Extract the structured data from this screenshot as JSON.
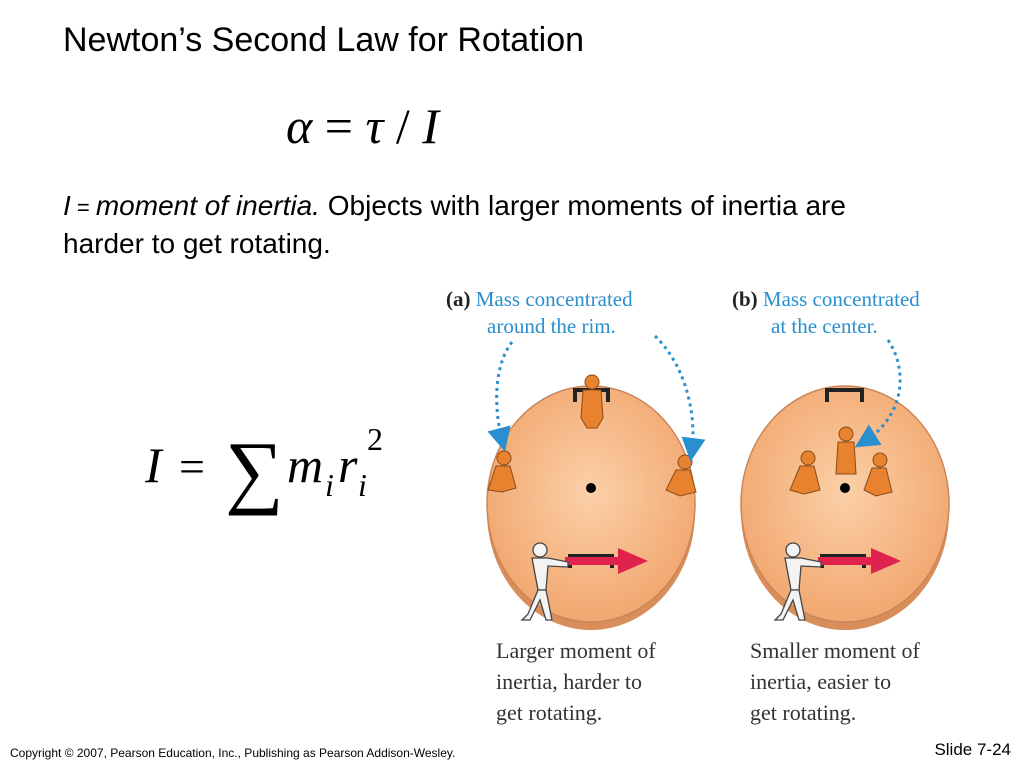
{
  "slide": {
    "title": "Newton’s Second Law for Rotation",
    "equation_alpha": {
      "lhs": "α",
      "eq": " = ",
      "tau": "τ",
      "slash": " / ",
      "rhs": "I"
    },
    "definition": {
      "symbol": "I",
      "equals": " = ",
      "term": "moment of inertia.",
      "rest": " Objects with larger moments of inertia are harder to get rotating."
    },
    "equation_inertia": {
      "lhs": "I",
      "eq": "=",
      "sum": "∑",
      "m": "m",
      "sub_m": "i",
      "r": "r",
      "sub_r": "i",
      "sup": "2"
    }
  },
  "figure": {
    "panel_a": {
      "tag": "(a)",
      "caption_line1": "Mass concentrated",
      "caption_line2": "around the rim.",
      "lower_line1": "Larger moment of",
      "lower_line2": "inertia, harder to",
      "lower_line3": "get rotating."
    },
    "panel_b": {
      "tag": "(b)",
      "caption_line1": "Mass concentrated",
      "caption_line2": "at the center.",
      "lower_line1": "Smaller moment of",
      "lower_line2": "inertia, easier to",
      "lower_line3": "get rotating."
    },
    "colors": {
      "disk_fill": "#f4b07a",
      "disk_edge": "#c8865a",
      "arrow_red": "#e0224f",
      "caption_blue": "#2a8fcf",
      "figure_orange": "#e8822e"
    }
  },
  "footer": {
    "copyright": "Copyright © 2007, Pearson Education, Inc., Publishing as Pearson Addison-Wesley.",
    "slide_number": "Slide 7-24"
  }
}
